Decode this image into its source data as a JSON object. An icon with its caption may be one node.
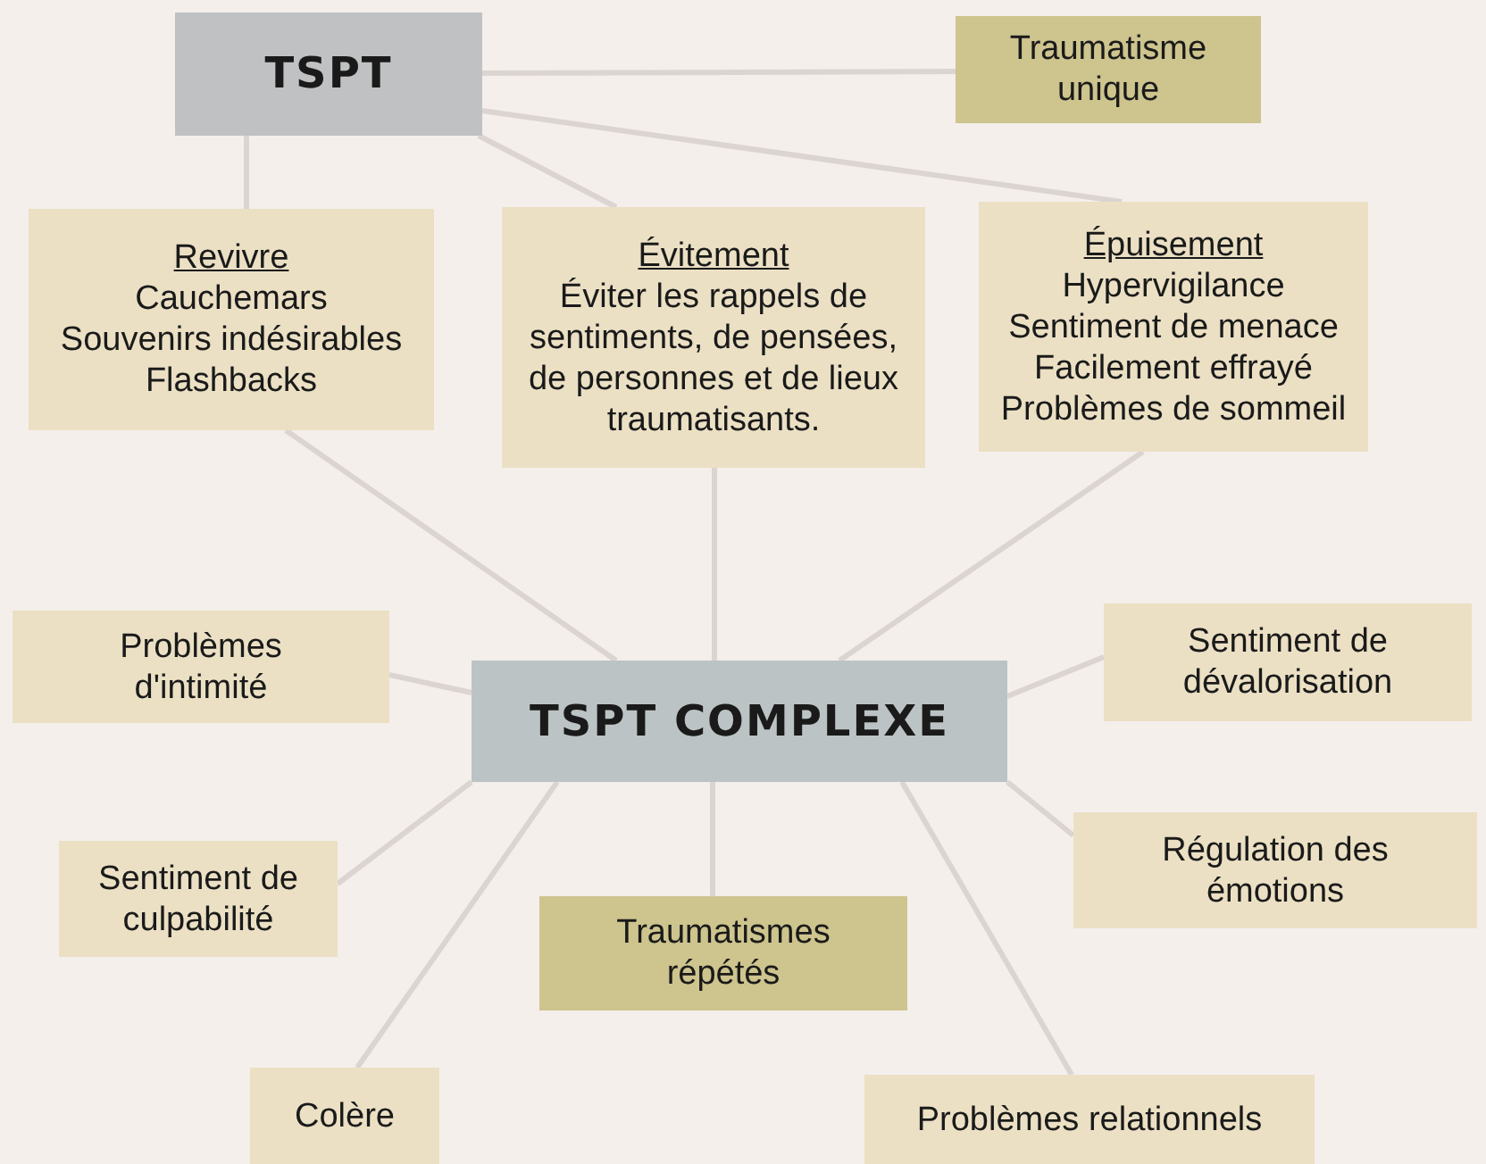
{
  "diagram": {
    "nodes": [
      {
        "text": [
          "TSPT"
        ]
      },
      {
        "text": [
          "Traumatisme unique"
        ]
      },
      {
        "text": [
          "Revivre",
          "Cauchemars",
          "Souvenirs indésirables",
          "Flashbacks"
        ]
      },
      {
        "text": [
          "Évitement",
          "Éviter les rappels de sentiments, de pensées, de personnes et de lieux traumatisants."
        ]
      },
      {
        "text": [
          "Épuisement",
          "Hypervigilance",
          "Sentiment de menace",
          "Facilement effrayé",
          "Problèmes de sommeil"
        ]
      },
      {
        "text": [
          "TSPT COMPLEXE"
        ]
      },
      {
        "text": [
          "Problèmes d'intimité"
        ]
      },
      {
        "text": [
          "Sentiment de dévalorisation"
        ]
      },
      {
        "text": [
          "Sentiment de culpabilité"
        ]
      },
      {
        "text": [
          "Régulation des émotions"
        ]
      },
      {
        "text": [
          "Traumatismes répétés"
        ]
      },
      {
        "text": [
          "Colère"
        ]
      },
      {
        "text": [
          "Problèmes relationnels"
        ]
      }
    ],
    "edges": [
      {
        "from": 0,
        "to": 1,
        "arrow": "none"
      },
      {
        "from": 0,
        "to": 2,
        "arrow": "none"
      },
      {
        "from": 0,
        "to": 3,
        "arrow": "none"
      },
      {
        "from": 0,
        "to": 4,
        "arrow": "none"
      },
      {
        "from": 5,
        "to": 2,
        "arrow": "none"
      },
      {
        "from": 5,
        "to": 3,
        "arrow": "none"
      },
      {
        "from": 5,
        "to": 4,
        "arrow": "none"
      },
      {
        "from": 5,
        "to": 6,
        "arrow": "none"
      },
      {
        "from": 5,
        "to": 7,
        "arrow": "none"
      },
      {
        "from": 5,
        "to": 8,
        "arrow": "none"
      },
      {
        "from": 5,
        "to": 9,
        "arrow": "none"
      },
      {
        "from": 5,
        "to": 10,
        "arrow": "none"
      },
      {
        "from": 5,
        "to": 11,
        "arrow": "none"
      },
      {
        "from": 5,
        "to": 12,
        "arrow": "none"
      }
    ]
  }
}
